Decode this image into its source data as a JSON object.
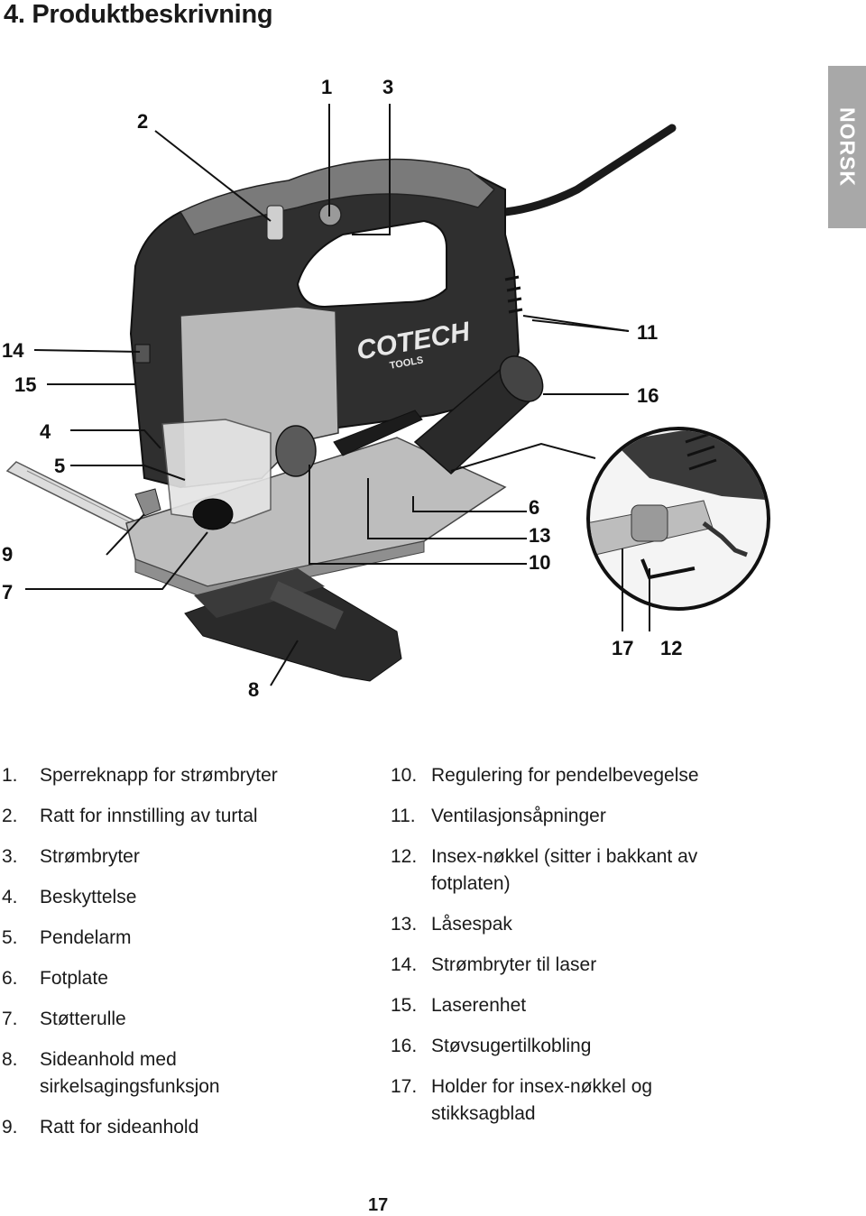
{
  "page": {
    "heading": "4. Produktbeskrivning",
    "language_tab": "NORSK",
    "page_number": "17"
  },
  "figure": {
    "logo_text": "COTECH",
    "logo_subtext": "TOOLS",
    "callouts": [
      "1",
      "2",
      "3",
      "4",
      "5",
      "6",
      "7",
      "8",
      "9",
      "10",
      "11",
      "12",
      "13",
      "14",
      "15",
      "16",
      "17"
    ]
  },
  "parts_left": [
    {
      "num": "1.",
      "text": "Sperreknapp for strømbryter"
    },
    {
      "num": "2.",
      "text": "Ratt for innstilling av turtal"
    },
    {
      "num": "3.",
      "text": "Strømbryter"
    },
    {
      "num": "4.",
      "text": "Beskyttelse"
    },
    {
      "num": "5.",
      "text": "Pendelarm"
    },
    {
      "num": "6.",
      "text": "Fotplate"
    },
    {
      "num": "7.",
      "text": "Støtterulle"
    },
    {
      "num": "8.",
      "text": "Sideanhold med sirkelsagingsfunksjon"
    },
    {
      "num": "9.",
      "text": "Ratt for sideanhold"
    }
  ],
  "parts_right": [
    {
      "num": "10.",
      "text": "Regulering for pendelbevegelse"
    },
    {
      "num": "11.",
      "text": "Ventilasjonsåpninger"
    },
    {
      "num": "12.",
      "text": "Insex-nøkkel (sitter i bakkant av fotplaten)"
    },
    {
      "num": "13.",
      "text": "Låsespak"
    },
    {
      "num": "14.",
      "text": "Strømbryter til laser"
    },
    {
      "num": "15.",
      "text": "Laserenhet"
    },
    {
      "num": "16.",
      "text": "Støvsugertilkobling"
    },
    {
      "num": "17.",
      "text": "Holder for insex-nøkkel og stikksagblad"
    }
  ]
}
